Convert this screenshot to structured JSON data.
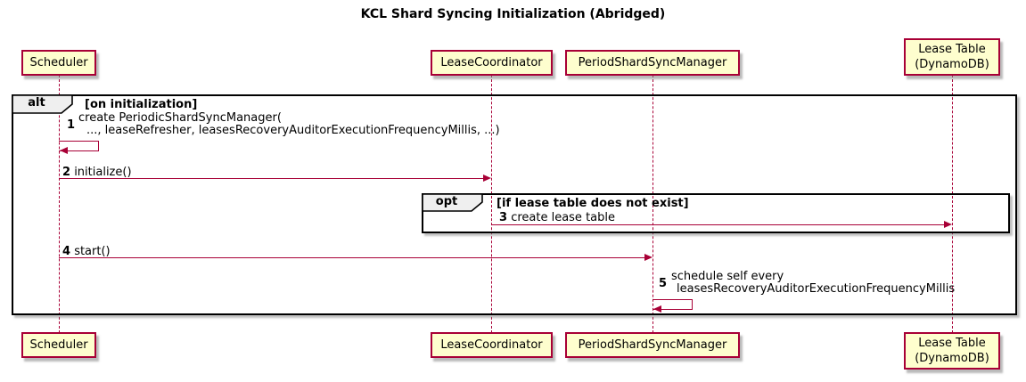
{
  "title": "KCL Shard Syncing Initialization (Abridged)",
  "colors": {
    "participant_fill": "#FEFECE",
    "participant_border": "#A80036",
    "lifeline": "#A80036",
    "arrow": "#A80036",
    "frame_border": "#000000",
    "frame_label_fill": "#EFEFEF",
    "text": "#000000",
    "background": "#FFFFFF"
  },
  "participants": {
    "scheduler": "Scheduler",
    "lease_coordinator": "LeaseCoordinator",
    "period_shard_sync_manager": "PeriodShardSyncManager",
    "lease_table_line1": "Lease Table",
    "lease_table_line2": "(DynamoDB)"
  },
  "frames": {
    "alt": {
      "keyword": "alt",
      "condition": "[on initialization]"
    },
    "opt": {
      "keyword": "opt",
      "condition": "[if lease table does not exist]"
    }
  },
  "messages": {
    "m1": {
      "num": "1",
      "line1": "create PeriodicShardSyncManager(",
      "line2": "..., leaseRefresher, leasesRecoveryAuditorExecutionFrequencyMillis, ...)"
    },
    "m2": {
      "num": "2",
      "text": "initialize()"
    },
    "m3": {
      "num": "3",
      "text": "create lease table"
    },
    "m4": {
      "num": "4",
      "text": "start()"
    },
    "m5": {
      "num": "5",
      "line1": "schedule self every",
      "line2": "leasesRecoveryAuditorExecutionFrequencyMillis"
    }
  }
}
